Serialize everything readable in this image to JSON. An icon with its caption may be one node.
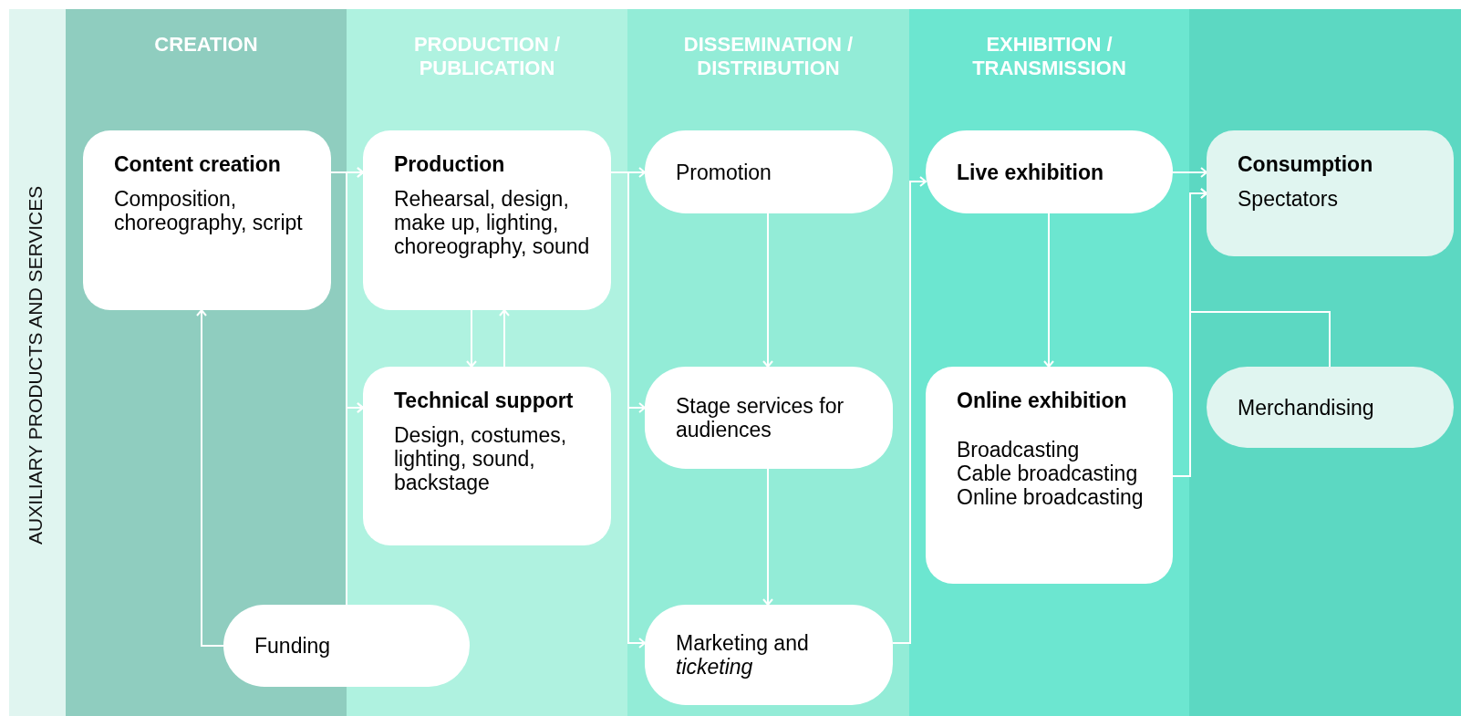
{
  "diagram": {
    "nodes": [
      {
        "text": [
          "AUXILIARY PRODUCTS AND SERVICES"
        ]
      },
      {
        "text": [
          "CREATION"
        ]
      },
      {
        "text": [
          "PRODUCTION / PUBLICATION"
        ]
      },
      {
        "text": [
          "DISSEMINATION / DISTRIBUTION"
        ]
      },
      {
        "text": [
          "EXHIBITION / TRANSMISSION"
        ]
      },
      {
        "text": [
          "Content creation",
          "Composition, choreography, script"
        ],
        "in": 1
      },
      {
        "text": [
          "Production",
          "Rehearsal, design, make up, lighting, choreography, sound"
        ],
        "in": 2
      },
      {
        "text": [
          "Technical support",
          "Design, costumes, lighting, sound, backstage"
        ],
        "in": 2
      },
      {
        "text": [
          "Funding"
        ]
      },
      {
        "text": [
          "Promotion"
        ],
        "in": 3
      },
      {
        "text": [
          "Stage services for audiences"
        ],
        "in": 3
      },
      {
        "text": [
          "Marketing and *ticketing*"
        ],
        "in": 3
      },
      {
        "text": [
          "Live exhibition"
        ],
        "in": 4
      },
      {
        "text": [
          "Online exhibition",
          "Broadcasting",
          "Cable broadcasting",
          "Online broadcasting"
        ],
        "in": 4
      },
      {
        "text": [
          "Consumption",
          "Spectators"
        ]
      },
      {
        "text": [
          "Merchandising"
        ]
      }
    ],
    "edges": [
      {
        "from": 5,
        "to": 6,
        "arrow": "to"
      },
      {
        "from": 5,
        "to": 7,
        "arrow": "to"
      },
      {
        "from": 8,
        "to": 5,
        "arrow": "to"
      },
      {
        "from": 8,
        "to": 6,
        "arrow": "to"
      },
      {
        "from": 8,
        "to": 7,
        "arrow": "to"
      },
      {
        "from": 6,
        "to": 7,
        "arrow": "to"
      },
      {
        "from": 7,
        "to": 6,
        "arrow": "to"
      },
      {
        "from": 6,
        "to": 9,
        "arrow": "to"
      },
      {
        "from": 6,
        "to": 10,
        "arrow": "to"
      },
      {
        "from": 6,
        "to": 11,
        "arrow": "to"
      },
      {
        "from": 9,
        "to": 10,
        "arrow": "to"
      },
      {
        "from": 10,
        "to": 11,
        "arrow": "to"
      },
      {
        "from": 11,
        "to": 12,
        "arrow": "to"
      },
      {
        "from": 12,
        "to": 13,
        "arrow": "to"
      },
      {
        "from": 12,
        "to": 14,
        "arrow": "to"
      },
      {
        "from": 13,
        "to": 14,
        "arrow": "to"
      },
      {
        "from": 15,
        "to": 14,
        "arrow": "to"
      }
    ]
  }
}
